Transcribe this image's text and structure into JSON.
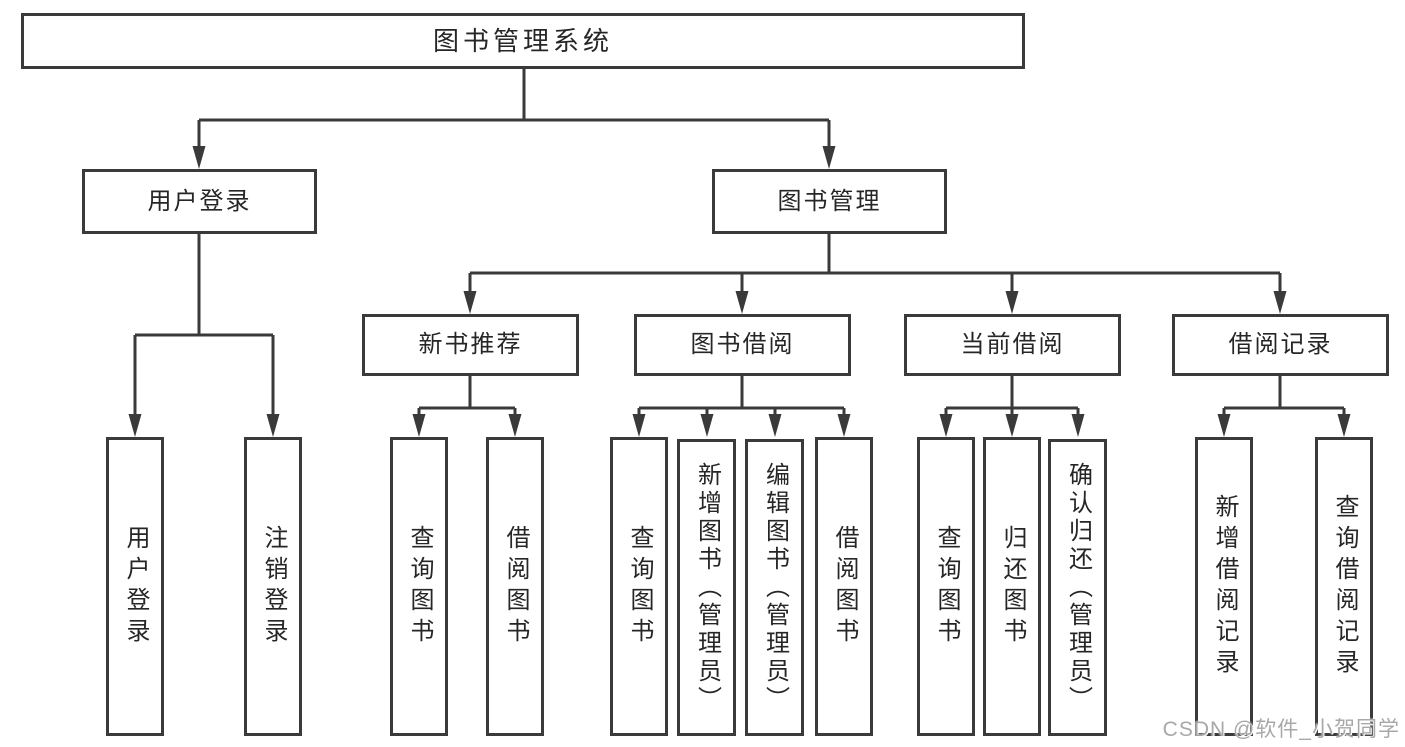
{
  "colors": {
    "background": "#ffffff",
    "line": "#3a3a3a",
    "border": "#3a3a3a",
    "text": "#262626",
    "watermark": "#a8a8a8"
  },
  "watermark": {
    "text": "CSDN @软件_小贺同学"
  },
  "nodes": {
    "root": {
      "label": "图书管理系统",
      "parent": null
    },
    "user-login": {
      "label": "用户登录",
      "parent": "root"
    },
    "book-mgmt": {
      "label": "图书管理",
      "parent": "root"
    },
    "new-book-recommend": {
      "label": "新书推荐",
      "parent": "book-mgmt"
    },
    "book-borrow": {
      "label": "图书借阅",
      "parent": "book-mgmt"
    },
    "current-borrow": {
      "label": "当前借阅",
      "parent": "book-mgmt"
    },
    "borrow-record": {
      "label": "借阅记录",
      "parent": "book-mgmt"
    },
    "login-op": {
      "label": "用户登录",
      "parent": "user-login"
    },
    "logout-op": {
      "label": "注销登录",
      "parent": "user-login"
    },
    "recommend-query-book": {
      "label": "查询图书",
      "parent": "new-book-recommend"
    },
    "recommend-borrow-book": {
      "label": "借阅图书",
      "parent": "new-book-recommend"
    },
    "borrow-query-book": {
      "label": "查询图书",
      "parent": "book-borrow"
    },
    "borrow-add-book": {
      "label": "新增图书（管理员）",
      "parent": "book-borrow"
    },
    "borrow-edit-book": {
      "label": "编辑图书（管理员）",
      "parent": "book-borrow"
    },
    "borrow-borrow-book": {
      "label": "借阅图书",
      "parent": "book-borrow"
    },
    "current-query-book": {
      "label": "查询图书",
      "parent": "current-borrow"
    },
    "current-return-book": {
      "label": "归还图书",
      "parent": "current-borrow"
    },
    "current-confirm-return": {
      "label": "确认归还（管理员）",
      "parent": "current-borrow"
    },
    "record-add": {
      "label": "新增借阅记录",
      "parent": "borrow-record"
    },
    "record-query": {
      "label": "查询借阅记录",
      "parent": "borrow-record"
    }
  }
}
